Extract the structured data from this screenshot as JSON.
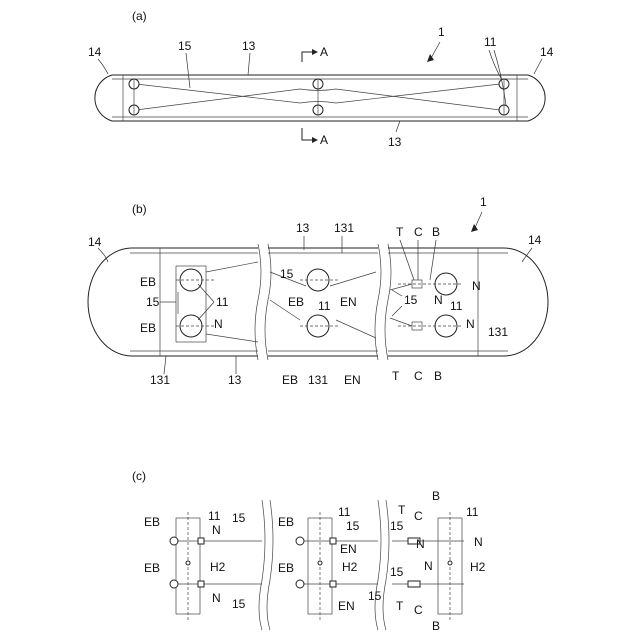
{
  "panels": {
    "a": {
      "label": "(a)",
      "refs": {
        "r1": "1",
        "r14a": "14",
        "r14b": "14",
        "r15": "15",
        "r13a": "13",
        "r13b": "13",
        "r11": "11",
        "secA1": "A",
        "secA2": "A"
      }
    },
    "b": {
      "label": "(b)",
      "refs": {
        "r1": "1",
        "r14a": "14",
        "r14b": "14",
        "r13a": "13",
        "r131a": "131",
        "T1": "T",
        "C1": "C",
        "B1": "B",
        "EB1": "EB",
        "r15a": "15",
        "r11a": "11",
        "EB2": "EB",
        "N1": "N",
        "r15b": "15",
        "EB3": "EB",
        "EN1": "EN",
        "r11b": "11",
        "r15c": "15",
        "N2": "N",
        "r11c": "11",
        "N3": "N",
        "N4": "N",
        "r131b": "131",
        "r131c": "131",
        "r13b": "13",
        "EB4": "EB",
        "r131d": "131",
        "EN2": "EN",
        "T2": "T",
        "C2": "C",
        "B2": "B"
      }
    },
    "c": {
      "label": "(c)",
      "refs": {
        "EB1": "EB",
        "r11a": "11",
        "r15a": "15",
        "N1": "N",
        "H2a": "H2",
        "EB2": "EB",
        "N2": "N",
        "r15b": "15",
        "EB3": "EB",
        "r11b": "11",
        "r15c": "15",
        "EN1": "EN",
        "H2b": "H2",
        "EB4": "EB",
        "EN2": "EN",
        "r15d": "15",
        "T1": "T",
        "B1": "B",
        "C1": "C",
        "r11c": "11",
        "r15e": "15",
        "N3": "N",
        "N4": "N",
        "H2c": "H2",
        "r15f": "15",
        "N5": "N",
        "T2": "T",
        "C2": "C",
        "B2": "B"
      }
    }
  },
  "colors": {
    "line": "#222222",
    "background": "#ffffff"
  }
}
